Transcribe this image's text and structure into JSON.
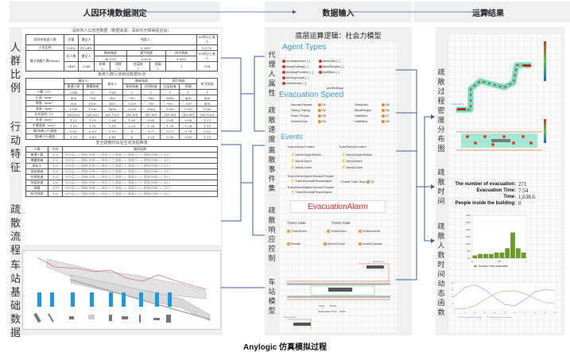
{
  "headers": {
    "col1": "人因环境数据测定",
    "col2": "数据输入",
    "col3": "运算结果"
  },
  "footer": "Anylogic 仿真模拟过程",
  "left": {
    "side_labels": [
      "人群比例",
      "行动特征",
      "疏散流程",
      "车站基础数据"
    ],
    "population_table": {
      "caption": "深圳市人口普查数据（数据来源：深圳市无障碍促进会）",
      "h_group": "深圳市各类人群",
      "h_total": "总量",
      "h_healthy": "健全人",
      "h_disabled": "残疾人",
      "h_elderly": "60岁以上老人",
      "ratio_label": "人员比例",
      "ratio_total": "100%",
      "ratio_healthy": "91.04%",
      "ratio_disabled": "0.39%",
      "ratio_elderly": "8.57%",
      "max_label": "最大疏散人数(8min)",
      "h_total_people": "总人数",
      "sub_limb": "肢体残疾",
      "sub_visual": "视力残疾",
      "sub_hearing": "听力残疾",
      "pct_limb": "36.15%",
      "pct_visual": "6.65%",
      "pct_hearing": "9.98%",
      "sub2": [
        "轮椅",
        "拐杖",
        "拄盲杖",
        "视弱"
      ],
      "max_total": "2469",
      "max_healthy": "2246",
      "max_sub": [
        "2",
        "2",
        "1",
        "1"
      ],
      "max_hearing": "1",
      "max_elderly": "194"
    },
    "behavior_table": {
      "caption": "各类人群行进特征数据实测",
      "group_headers": [
        "健全人",
        "老年人",
        "肢体残疾",
        "视力残疾",
        "听力残疾"
      ],
      "sub_headers": [
        "普通人群",
        "携重物者",
        "",
        "乘轮椅者",
        "拄拐杖者",
        "拄盲杖者",
        "视弱",
        ""
      ],
      "rows": [
        {
          "label": "人数（人）",
          "values": [
            "2246",
            "22",
            "194",
            "2",
            "2",
            "1",
            "1",
            "1"
          ]
        },
        {
          "label": "正面（mm）",
          "values": [
            "450",
            "700",
            "900",
            "700",
            "900",
            "1000",
            "450",
            "600"
          ]
        },
        {
          "label": "侧面（mm）",
          "values": [
            "300",
            "1200",
            "400",
            "1200",
            "700",
            "900",
            "300",
            "400"
          ]
        },
        {
          "label": "身高（mm）",
          "values": [
            "1700",
            "1700",
            "1650",
            "1200",
            "1600",
            "1700",
            "1700",
            "1700"
          ]
        },
        {
          "label": "反应延时（s）",
          "values": [
            "[40-80]",
            "[40-80]",
            "[60-100]",
            "[40-80]",
            "[40-80]",
            "[40-80]",
            "[40-80]",
            "[60-100]"
          ]
        },
        {
          "label": "步速（m/s）",
          "values": [
            "1.22",
            "1.15",
            "1.04",
            "1.83",
            "0.85",
            "0.85",
            "0.85",
            "1.22"
          ]
        },
        {
          "label": "步履速度（m/s）",
          "values": [
            "1.55",
            "1.31",
            "1.31",
            "2.23",
            "1.26",
            "1.26",
            "1.26",
            "1.55"
          ]
        },
        {
          "label": "楼/扶梯上行速度",
          "values": [
            "0.92",
            "0.59",
            "0.59",
            "0",
            "0.27",
            "0.27",
            "0.76",
            "0.92"
          ]
        },
        {
          "label": "楼/梯下行速度",
          "values": [
            "1.15",
            "0.43",
            "0.43",
            "0",
            "0.33",
            "0.33",
            "0.65",
            "1.15"
          ]
        }
      ]
    },
    "flow_table": {
      "caption": "安全疏散时出站空间流程推演",
      "headers": [
        "人群",
        "方向",
        "路径选择"
      ],
      "rows": [
        {
          "group": "普通人群",
          "dir": "出站",
          "path": "站台层=> 楼梯/扶梯=> 闸机/人工通道=> 通道口=> 楼梯/扶梯=> 出口"
        },
        {
          "group": "携重物者",
          "dir": "出站",
          "path": "站台层=> 楼梯/扶梯=> 闸机/人工通道=> 通道口=> 楼梯/扶梯=> 出口"
        },
        {
          "group": "老年人",
          "dir": "出站",
          "path": "站台层=> 楼梯/扶梯=> 闸机/人工通道=> 通道口=> 楼梯/扶梯=> 出口"
        },
        {
          "group": "坐轮椅者",
          "dir": "出站",
          "path": "站台层=> 楼梯/扶梯=> 闸机/人工通道=> 通道口=> 楼梯/扶梯=> 出口"
        },
        {
          "group": "拄拐杖者",
          "dir": "出站",
          "path": "站台层=> 楼梯/扶梯=> 闸机/人工通道=> 通道口=> 楼梯/扶梯=> 出口"
        },
        {
          "group": "持盲杖者",
          "dir": "出站",
          "path": "站台层=> 楼梯/扶梯=> 闸机/人工通道=> 通道口=> 楼梯/扶梯=> 出口"
        },
        {
          "group": "视弱",
          "dir": "出站",
          "path": "站台层=> 楼梯/扶梯=> 闸机/人工通道=> 通道口=> 楼梯/扶梯=> 出口"
        },
        {
          "group": "听力残疾",
          "dir": "出站",
          "path": "站台层=> 楼梯/扶梯=> 闸机/人工通道=> 通道口=> 楼梯/扶梯=> 出口"
        }
      ]
    }
  },
  "middle": {
    "title": "底层运算逻辑：社会力模型",
    "side_labels": [
      "代理人属性",
      "疏散速度",
      "离散事件集",
      "疏散响应控制",
      "车站模型"
    ],
    "agent_types": {
      "title": "Agent Types",
      "items_left": [
        "normalperson [..]",
        "heavyTaking [..]",
        "hearingProblem [..]",
        "elederpeople [..]",
        "wheelchair [..]"
      ],
      "items_right": [
        "stickUser [..]",
        "blindPeople [..]",
        "halfBlind [..]"
      ],
      "footer": "pedSettings"
    },
    "speed": {
      "title": "Evacuation Speed",
      "left": [
        {
          "name": "Normal People",
          "code": "S1"
        },
        {
          "name": "Heavy Taking",
          "code": "S2"
        },
        {
          "name": "Elder People",
          "code": "S3"
        },
        {
          "name": "WheelChair",
          "code": "S4"
        }
      ],
      "right": [
        {
          "name": "StickUser",
          "code": "S5"
        },
        {
          "name": "BlindPeople",
          "code": "S6"
        },
        {
          "name": "HalfBlind",
          "code": "S7"
        },
        {
          "name": "HalfBlind",
          "code": "S8"
        }
      ]
    },
    "events": {
      "title": "Events",
      "train1": "Train1ArriveControl",
      "train2": "Train2ArriveControl",
      "t1_items": [
        "Area1OriginStatus",
        "Area1Open",
        "Area1Close"
      ],
      "t2_items": [
        "Area2OriginStatus",
        "Area2Open",
        "Area2Close"
      ],
      "inject1": "Train1ArriveInject Normal People",
      "inject1_item": "Train1NormalPeopleInject",
      "forbid": "Forbid Train Stop",
      "forbid_code": "V1",
      "inject2": "Train2ArriveInject Normal People",
      "inject2_item": "Train2NormalPeopleInject"
    },
    "alarm": "EvacuationAlarm",
    "gates": {
      "g1": "Train1 Gate",
      "g2": "Train2 Gate",
      "items": [
        "Train1Door",
        "Train2Door",
        "TrainDoorAll",
        "Escale",
        "ArriveChose",
        "LeaveChoose"
      ]
    },
    "station": {
      "entrance_a": "Entrance A",
      "entrance_b": "Entrance B",
      "time_label": "Time:",
      "time_val": "00:00",
      "evac_label": "Evacuation Time:",
      "evac_val": "00:00"
    }
  },
  "right": {
    "side_labels": [
      "疏散过程密度分布图",
      "疏散时间",
      "疏散人数时间动态函数"
    ],
    "stats": [
      {
        "label": "The number of evacuation:",
        "value": "271"
      },
      {
        "label": "Evacuation Time:",
        "value": "7.54"
      },
      {
        "label": "Time:",
        "value": "1,638.6"
      },
      {
        "label": "People inside the building:",
        "value": "0"
      }
    ],
    "heatmap_entrance_a": "Entrance A",
    "heatmap_entrance_b": "Entrance B"
  },
  "chart_data": [
    {
      "type": "bar",
      "title": "",
      "xlabel": "",
      "ylabel": "",
      "x": [
        0.05,
        0.15,
        0.25,
        0.35,
        0.45,
        0.55,
        0.65,
        0.75,
        0.85,
        0.95
      ],
      "values": [
        2,
        3,
        3,
        3,
        4,
        4,
        7,
        18,
        7,
        4
      ],
      "ylim": [
        0,
        30
      ],
      "yticks": [
        "0%",
        "5%",
        "10%",
        "15%",
        "20%",
        "25%",
        "30%"
      ],
      "xticks": [
        "0",
        "0.5",
        "1"
      ],
      "legend": "Duration of the evacuation",
      "legend_position": "bottom",
      "color": "#6a9a2a"
    },
    {
      "type": "line",
      "x": [
        0,
        10,
        20,
        30,
        40,
        50,
        60,
        70,
        80,
        90,
        100
      ],
      "xticks": [
        "0",
        "10",
        "20",
        "30",
        "40",
        "50",
        "60",
        "70",
        "80",
        "90",
        "100"
      ],
      "yticks": [
        "0",
        "100",
        "200",
        "300",
        "400"
      ],
      "series": [
        {
          "name": "People inside the building",
          "values": [
            200,
            330,
            370,
            300,
            180,
            80,
            60,
            150,
            270,
            300,
            290
          ],
          "color": "#a8a8f0"
        },
        {
          "name": "Beginning of the evacuation",
          "values": [
            20,
            20,
            60,
            150,
            240,
            280,
            280,
            240,
            170,
            110,
            90
          ],
          "color": "#f0b090"
        }
      ],
      "legend_position": "bottom"
    }
  ],
  "colors": {
    "arrow": "#3a5fa0",
    "panel": "#f0f0f0",
    "alarm": "#e8262b",
    "agent_title": "#3a9ad9",
    "bar": "#6a9a2a",
    "pillar": "#1a9be0"
  }
}
